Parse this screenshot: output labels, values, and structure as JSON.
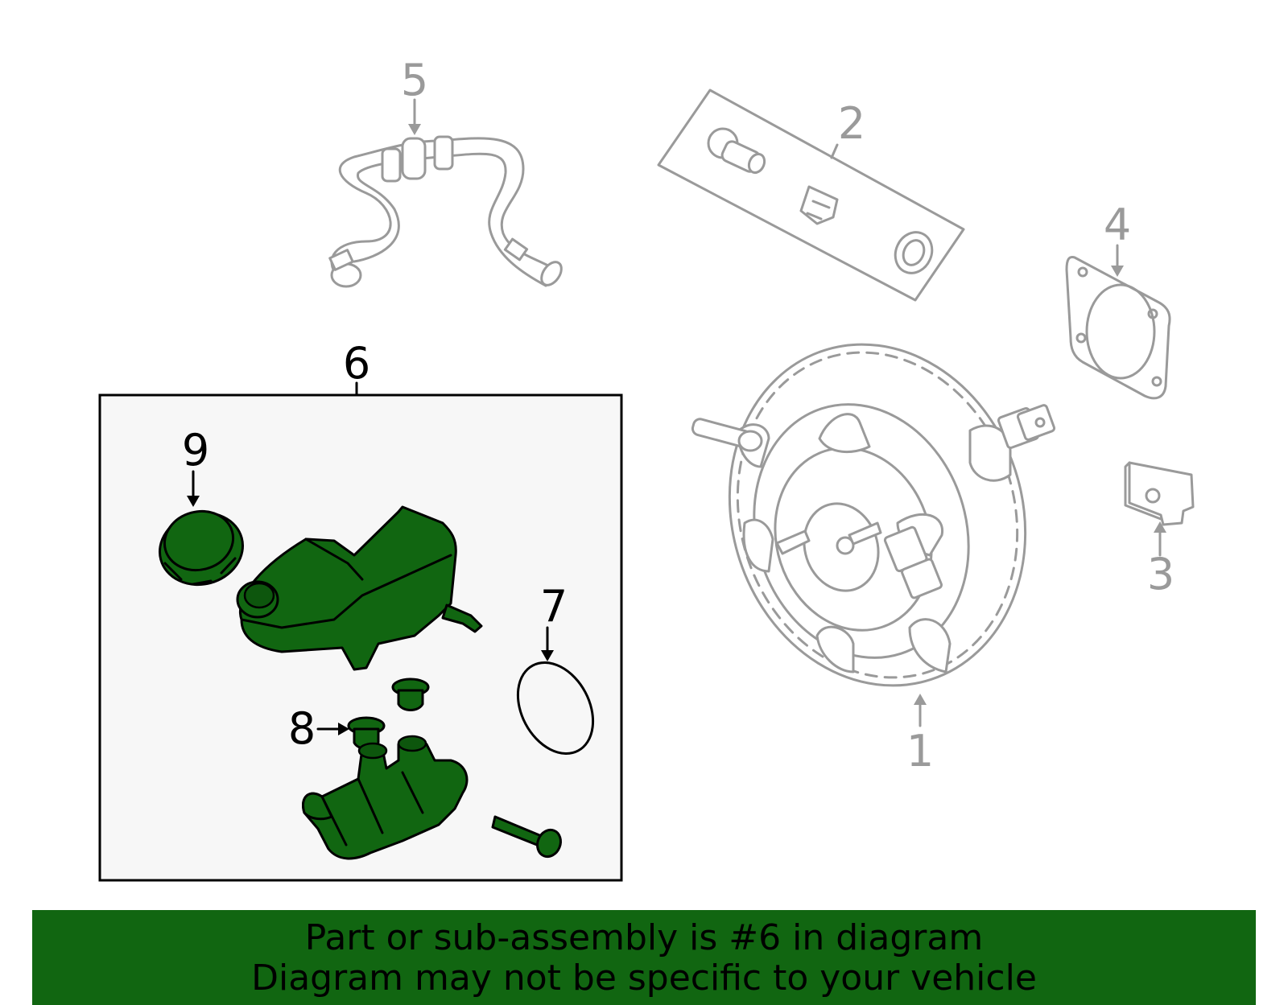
{
  "callouts": {
    "c1": "1",
    "c2": "2",
    "c3": "3",
    "c4": "4",
    "c5": "5",
    "c6": "6",
    "c7": "7",
    "c8": "8",
    "c9": "9"
  },
  "banner": {
    "line1": "Part or sub-assembly is #6 in diagram",
    "line2": "Diagram may not be specific to your vehicle"
  },
  "colors": {
    "highlight": "#116611",
    "unselected_part": "#9a9a9a",
    "subassembly_box_bg": "#f7f7f7"
  }
}
